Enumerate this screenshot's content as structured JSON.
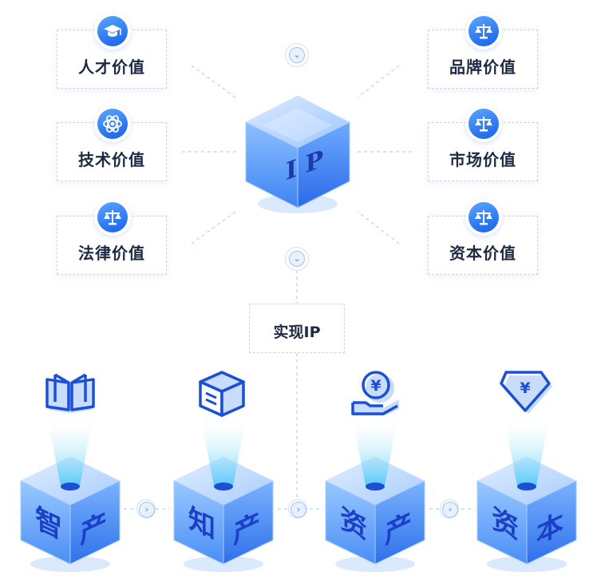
{
  "values": [
    {
      "label": "人才价值",
      "icon": "graduation-cap-icon"
    },
    {
      "label": "技术价值",
      "icon": "atom-icon"
    },
    {
      "label": "法律价值",
      "icon": "scales-icon"
    },
    {
      "label": "品牌价值",
      "icon": "scales-icon"
    },
    {
      "label": "市场价值",
      "icon": "scales-icon"
    },
    {
      "label": "资本价值",
      "icon": "scales-icon"
    }
  ],
  "center": {
    "label": "I P"
  },
  "realize": {
    "label": "实现IP"
  },
  "stages": [
    {
      "char1": "智",
      "char2": "产",
      "icon": "book-icon"
    },
    {
      "char1": "知",
      "char2": "产",
      "icon": "box-icon"
    },
    {
      "char1": "资",
      "char2": "产",
      "icon": "coin-in-hand-icon"
    },
    {
      "char1": "资",
      "char2": "本",
      "icon": "diamond-icon"
    }
  ],
  "colors": {
    "accent": "#2a6cf0",
    "cube": "#5aa0f5",
    "text": "#1d2a44"
  }
}
